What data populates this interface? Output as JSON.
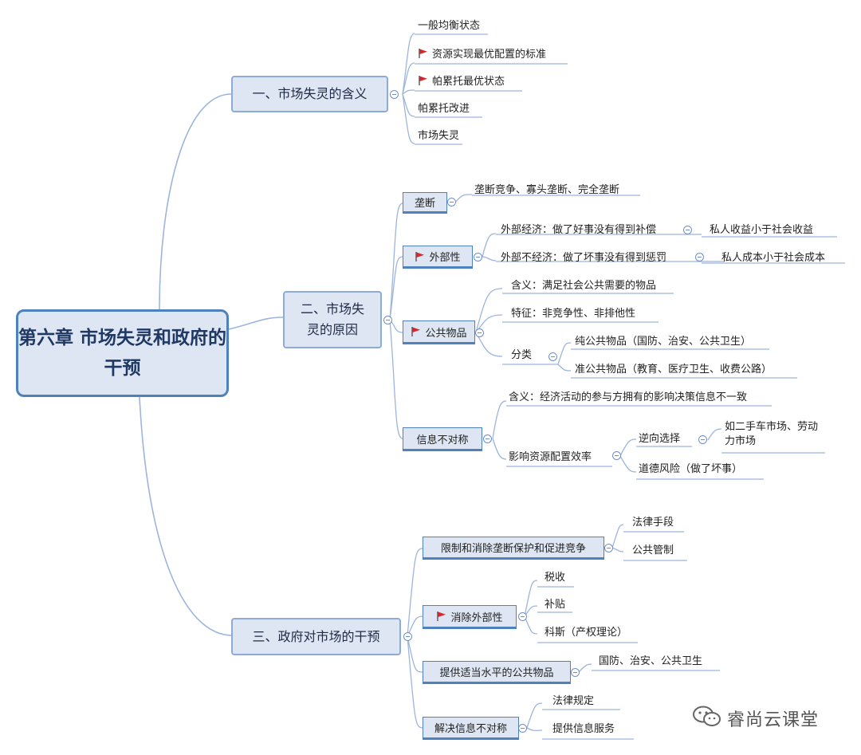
{
  "root": "第六章 市场失灵和政府的干预",
  "colors": {
    "accent": "#4f81bd",
    "node_fill": "#dde6f2",
    "flag": "#d9262b",
    "underline": "#4f81bd"
  },
  "branches": [
    {
      "title": "一、市场失灵的含义",
      "items": [
        {
          "label": "一般均衡状态",
          "flag": false
        },
        {
          "label": "资源实现最优配置的标准",
          "flag": true
        },
        {
          "label": "帕累托最优状态",
          "flag": true
        },
        {
          "label": "帕累托改进",
          "flag": false
        },
        {
          "label": "市场失灵",
          "flag": false
        }
      ]
    },
    {
      "title": "二、市场失灵的原因",
      "items": [
        {
          "label": "垄断",
          "flag": false,
          "children": [
            {
              "label": "垄断竞争、寡头垄断、完全垄断"
            }
          ]
        },
        {
          "label": "外部性",
          "flag": true,
          "children": [
            {
              "label": "外部经济：做了好事没有得到补偿",
              "children": [
                {
                  "label": "私人收益小于社会收益"
                }
              ]
            },
            {
              "label": "外部不经济：做了坏事没有得到惩罚",
              "children": [
                {
                  "label": "私人成本小于社会成本"
                }
              ]
            }
          ]
        },
        {
          "label": "公共物品",
          "flag": true,
          "children": [
            {
              "label": "含义：满足社会公共需要的物品"
            },
            {
              "label": "特征：非竞争性、非排他性"
            },
            {
              "label": "分类",
              "children": [
                {
                  "label": "纯公共物品（国防、治安、公共卫生）"
                },
                {
                  "label": "准公共物品（教育、医疗卫生、收费公路）"
                }
              ]
            }
          ]
        },
        {
          "label": "信息不对称",
          "flag": false,
          "children": [
            {
              "label": "含义：经济活动的参与方拥有的影响决策信息不一致"
            },
            {
              "label": "影响资源配置效率",
              "children": [
                {
                  "label": "逆向选择",
                  "children": [
                    {
                      "label": "如二手车市场、劳动力市场"
                    }
                  ]
                },
                {
                  "label": "道德风险（做了坏事）"
                }
              ]
            }
          ]
        }
      ]
    },
    {
      "title": "三、政府对市场的干预",
      "items": [
        {
          "label": "限制和消除垄断保护和促进竞争",
          "flag": false,
          "children": [
            {
              "label": "法律手段"
            },
            {
              "label": "公共管制"
            }
          ]
        },
        {
          "label": "消除外部性",
          "flag": true,
          "children": [
            {
              "label": "税收"
            },
            {
              "label": "补贴"
            },
            {
              "label": "科斯（产权理论）"
            }
          ]
        },
        {
          "label": "提供适当水平的公共物品",
          "flag": false,
          "children": [
            {
              "label": "国防、治安、公共卫生"
            }
          ]
        },
        {
          "label": "解决信息不对称",
          "flag": false,
          "children": [
            {
              "label": "法律规定"
            },
            {
              "label": "提供信息服务"
            }
          ]
        }
      ]
    }
  ],
  "watermark": "睿尚云课堂"
}
